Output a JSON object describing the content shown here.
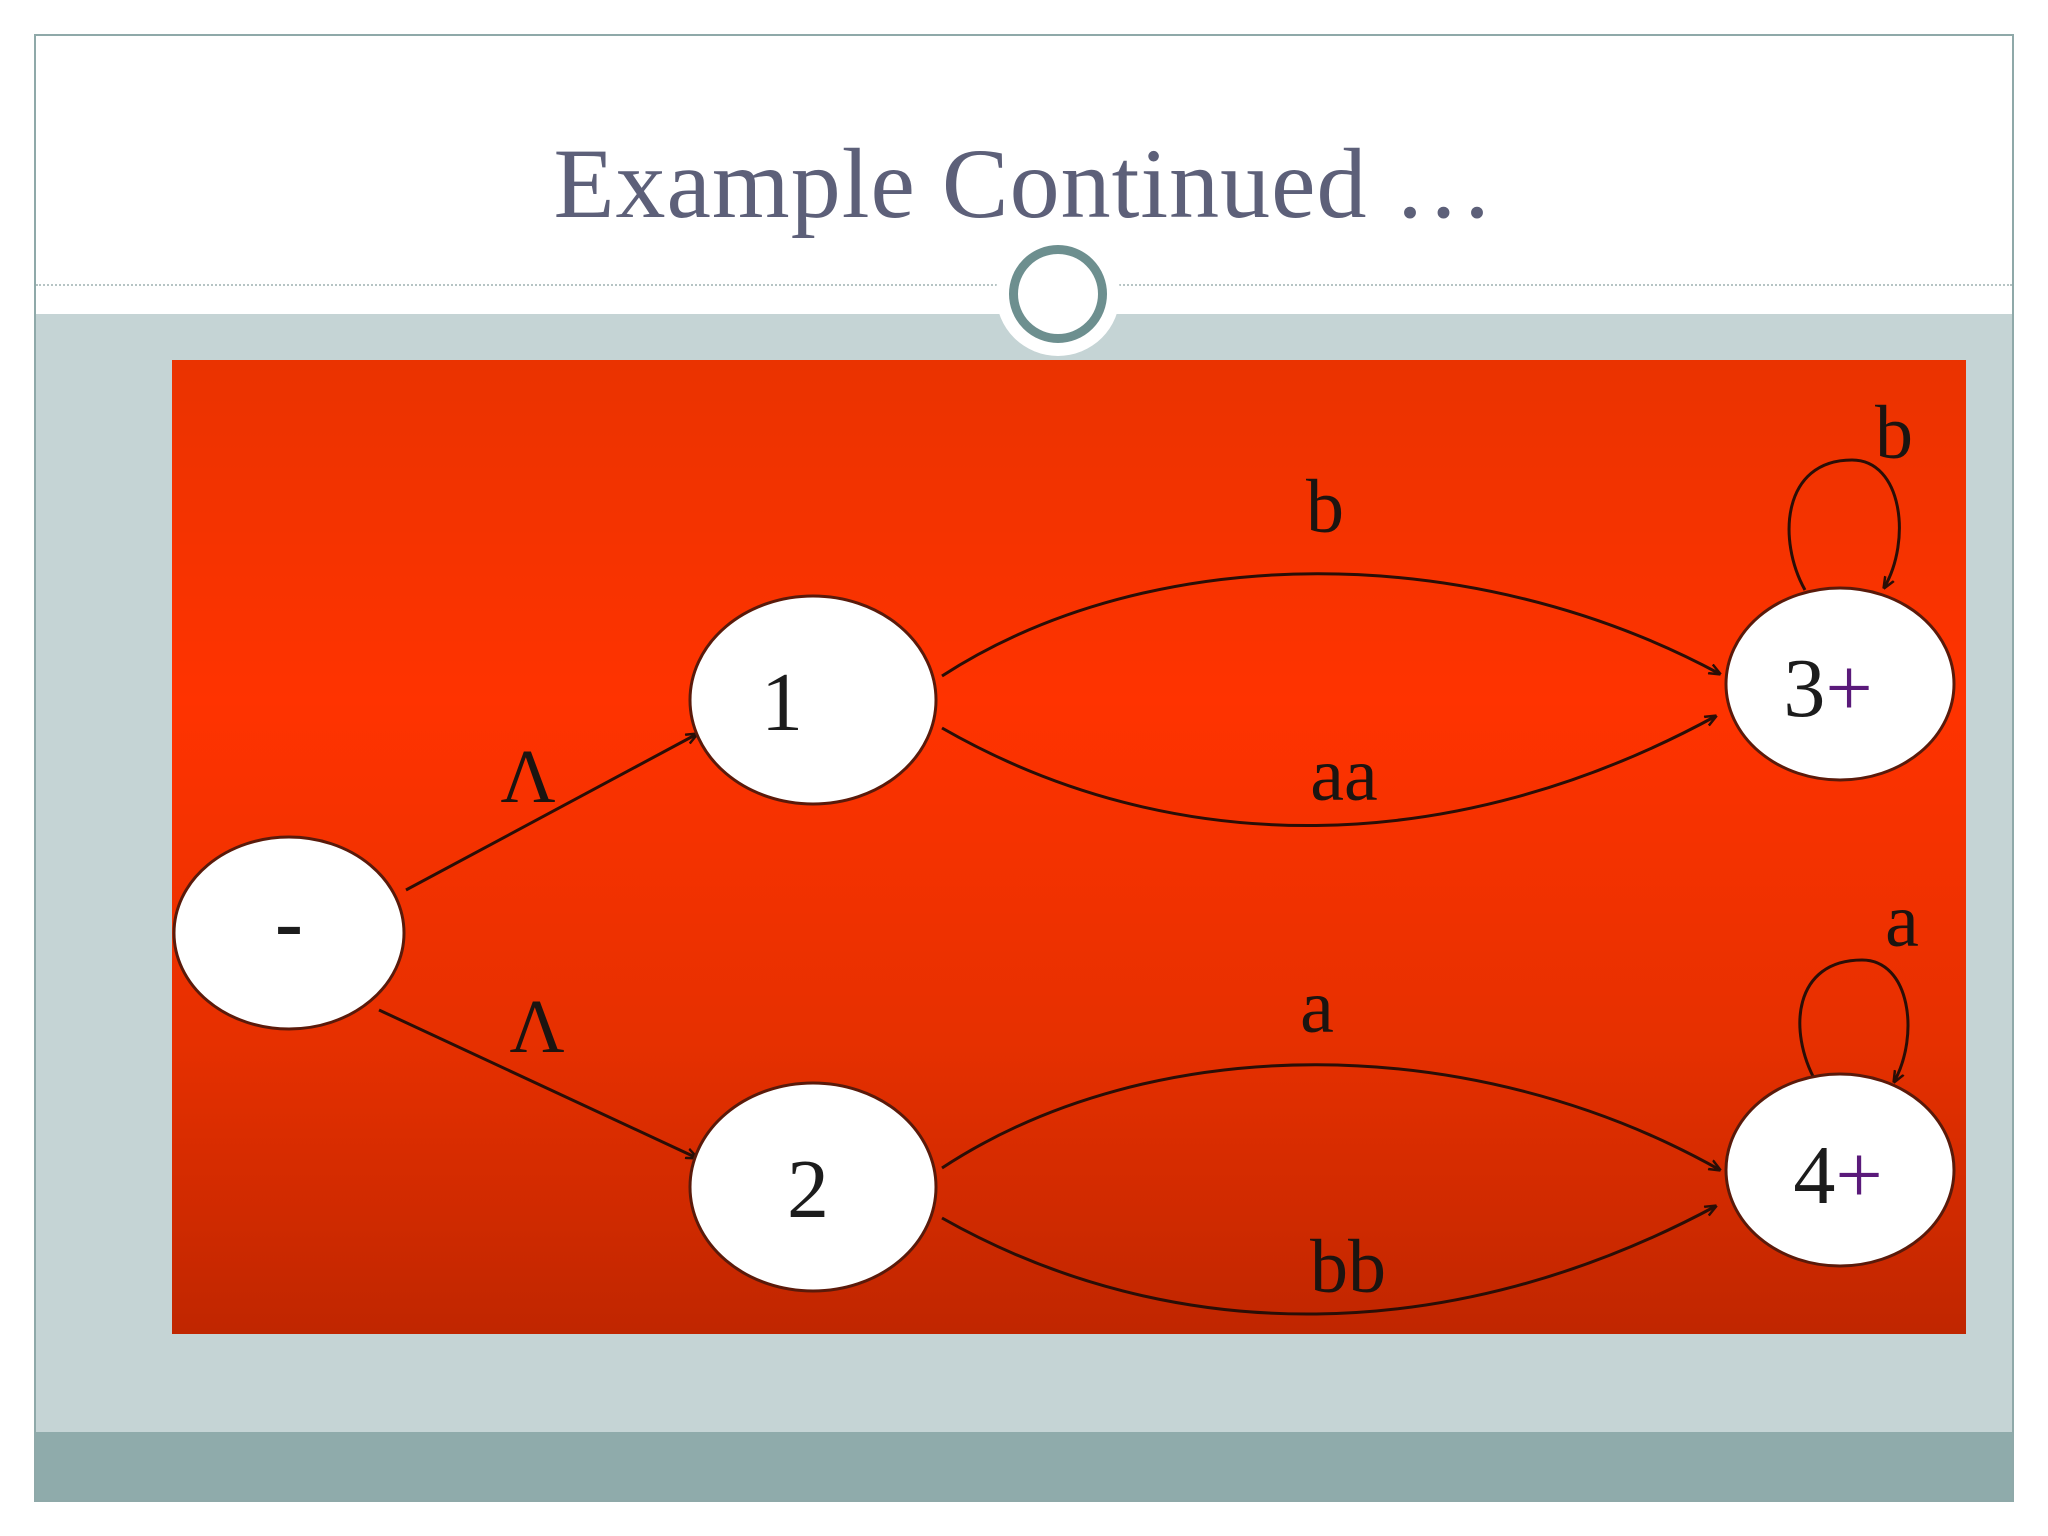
{
  "slide": {
    "title": "Example Continued …"
  },
  "diagram": {
    "nodes": {
      "start": "-",
      "n1": "1",
      "n2": "2",
      "n3_digit": "3",
      "n3_mark": "+",
      "n4_digit": "4",
      "n4_mark": "+"
    },
    "edges": {
      "start_to_1": "Λ",
      "start_to_2": "Λ",
      "one_to_3_top": "b",
      "one_to_3_bottom": "aa",
      "three_loop": "b",
      "two_to_4_top": "a",
      "two_to_4_bottom": "bb",
      "four_loop": "a"
    }
  },
  "colors": {
    "title": "#5d6079",
    "panel_top": "#ea3300",
    "panel_mid": "#ff3300",
    "panel_bottom": "#c02600",
    "band": "#c5d4d5",
    "footer": "#8fabab",
    "ring": "#6d8f8f"
  }
}
